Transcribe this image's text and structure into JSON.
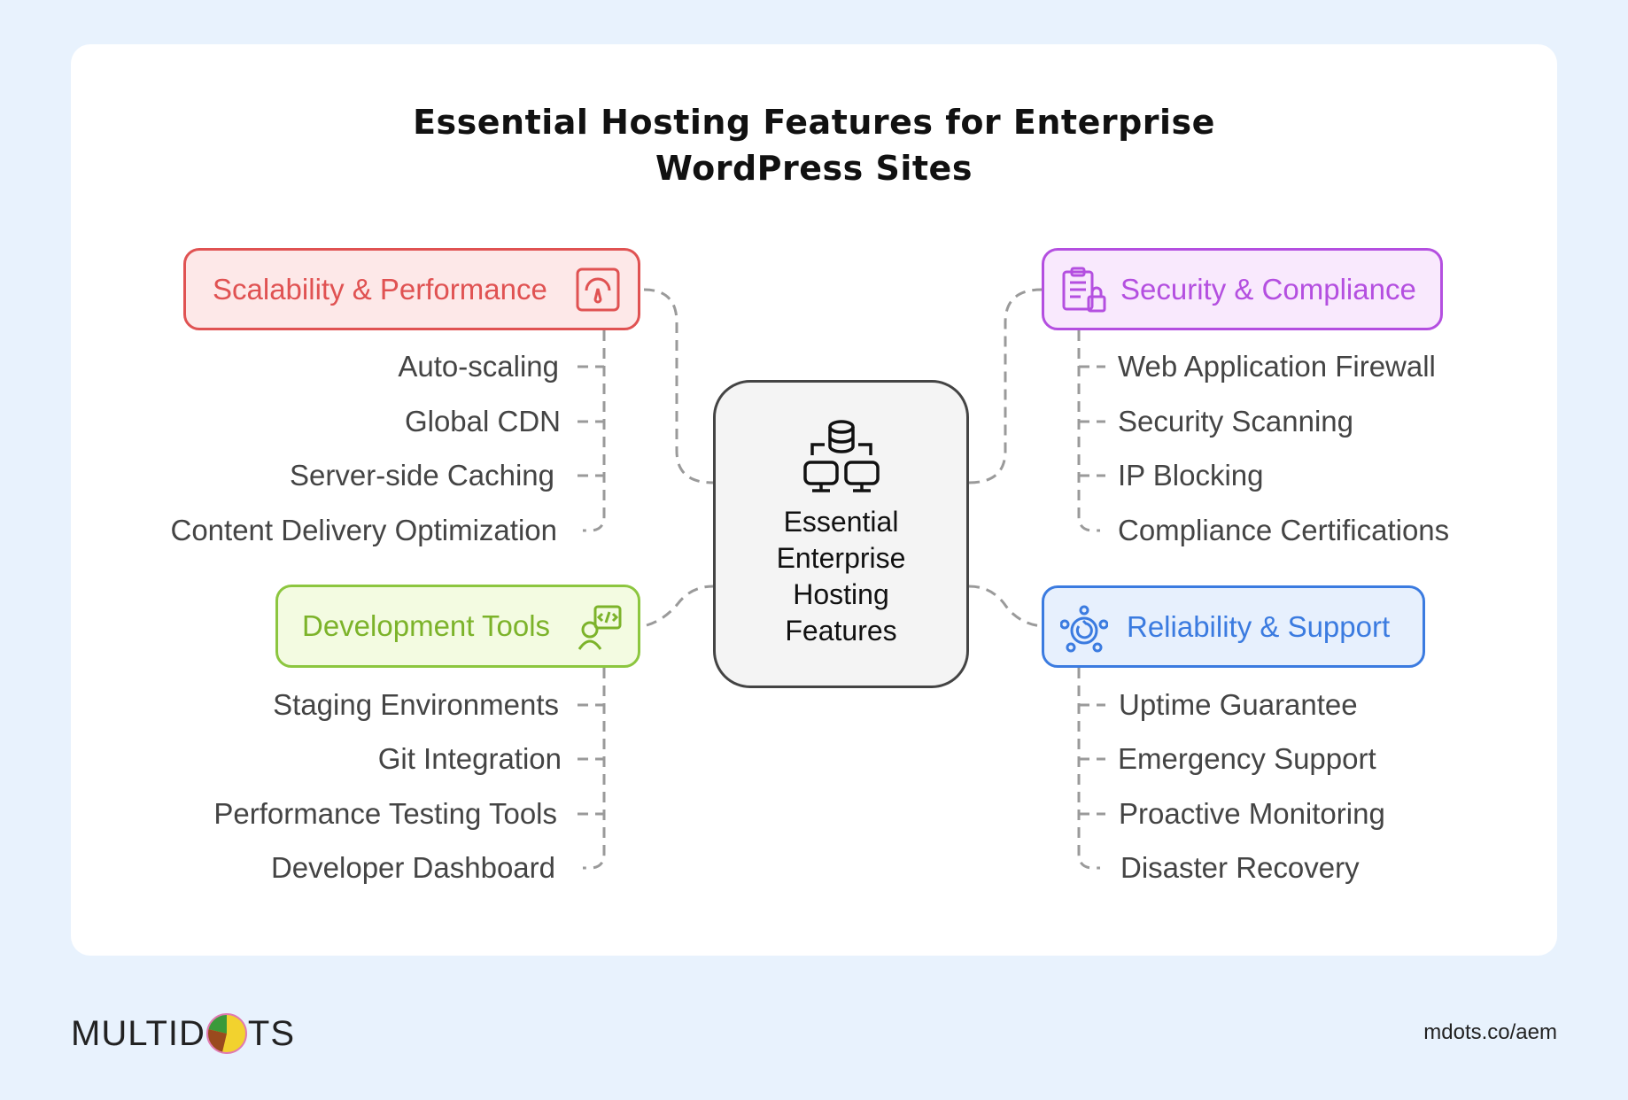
{
  "title": {
    "line1": "Essential Hosting Features for Enterprise",
    "line2": "WordPress Sites"
  },
  "center": {
    "lines": [
      "Essential",
      "Enterprise",
      "Hosting",
      "Features"
    ],
    "icon": "server-network-icon"
  },
  "categories": {
    "scalability": {
      "label": "Scalability & Performance",
      "icon": "speedometer-icon",
      "color": "#e05252",
      "fill": "#fde8e8",
      "items": [
        "Auto-scaling",
        "Global CDN",
        "Server-side Caching",
        "Content Delivery Optimization"
      ]
    },
    "development": {
      "label": "Development Tools",
      "icon": "developer-code-icon",
      "color": "#8cc63f",
      "fill": "#f3fbe1",
      "items": [
        "Staging Environments",
        "Git Integration",
        "Performance Testing Tools",
        "Developer Dashboard"
      ]
    },
    "security": {
      "label": "Security & Compliance",
      "icon": "clipboard-lock-icon",
      "color": "#b44fe0",
      "fill": "#f9e9fd",
      "items": [
        "Web Application Firewall",
        "Security Scanning",
        "IP Blocking",
        "Compliance Certifications"
      ]
    },
    "reliability": {
      "label": "Reliability & Support",
      "icon": "support-network-icon",
      "color": "#3b7be0",
      "fill": "#e7f0fd",
      "items": [
        "Uptime Guarantee",
        "Emergency Support",
        "Proactive Monitoring",
        "Disaster Recovery"
      ]
    }
  },
  "footer": {
    "logo": "MULTIDOTS",
    "logo_left": "MULTID",
    "logo_right": "TS",
    "url": "mdots.co/aem"
  }
}
